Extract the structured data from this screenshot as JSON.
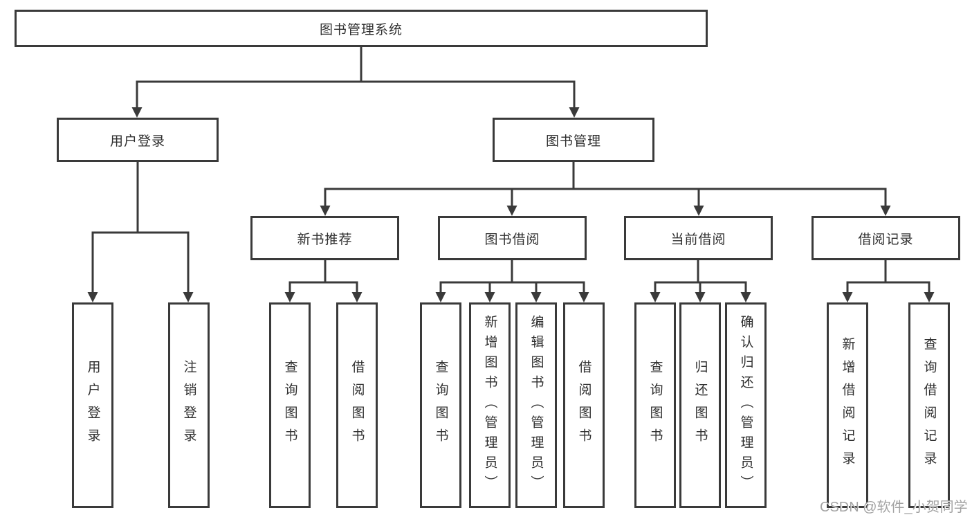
{
  "diagram": {
    "tree": {
      "label": "图书管理系统",
      "children": [
        {
          "label": "用户登录",
          "children": [
            {
              "label": "用户登录"
            },
            {
              "label": "注销登录"
            }
          ]
        },
        {
          "label": "图书管理",
          "children": [
            {
              "label": "新书推荐",
              "children": [
                {
                  "label": "查询图书"
                },
                {
                  "label": "借阅图书"
                }
              ]
            },
            {
              "label": "图书借阅",
              "children": [
                {
                  "label": "查询图书"
                },
                {
                  "label": "新增图书（管理员）"
                },
                {
                  "label": "编辑图书（管理员）"
                },
                {
                  "label": "借阅图书"
                }
              ]
            },
            {
              "label": "当前借阅",
              "children": [
                {
                  "label": "查询图书"
                },
                {
                  "label": "归还图书"
                },
                {
                  "label": "确认归还（管理员）"
                }
              ]
            },
            {
              "label": "借阅记录",
              "children": [
                {
                  "label": "新增借阅记录"
                },
                {
                  "label": "查询借阅记录"
                }
              ]
            }
          ]
        }
      ]
    },
    "colors": {
      "line": "#3a3a3a",
      "box_border": "#3a3a3a",
      "text": "#2f2f2f",
      "watermark": "#a3a3a3",
      "background": "#ffffff"
    }
  },
  "watermark": {
    "text": "CSDN @软件_小贺同学"
  }
}
